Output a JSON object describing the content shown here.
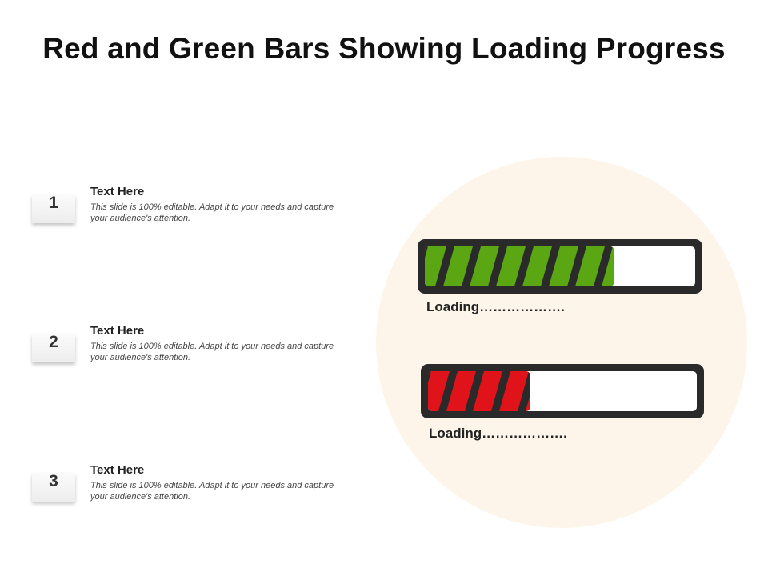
{
  "slide": {
    "title": "Red and Green Bars Showing Loading Progress"
  },
  "steps": [
    {
      "number": "1",
      "heading": "Text Here",
      "body": "This slide is 100% editable. Adapt it to your needs and capture your audience's attention."
    },
    {
      "number": "2",
      "heading": "Text Here",
      "body": "This slide is 100% editable. Adapt it to your needs and capture your audience's attention."
    },
    {
      "number": "3",
      "heading": "Text Here",
      "body": "This slide is 100% editable. Adapt it to your needs and capture your audience's attention."
    }
  ],
  "bars": [
    {
      "label": "Loading……………….",
      "progress": 0.7,
      "color": "#5aa713"
    },
    {
      "label": "Loading……………….",
      "progress": 0.38,
      "color": "#e0131b"
    }
  ],
  "colors": {
    "frame": "#2a2a2a",
    "circle": "#fdf5ea"
  }
}
